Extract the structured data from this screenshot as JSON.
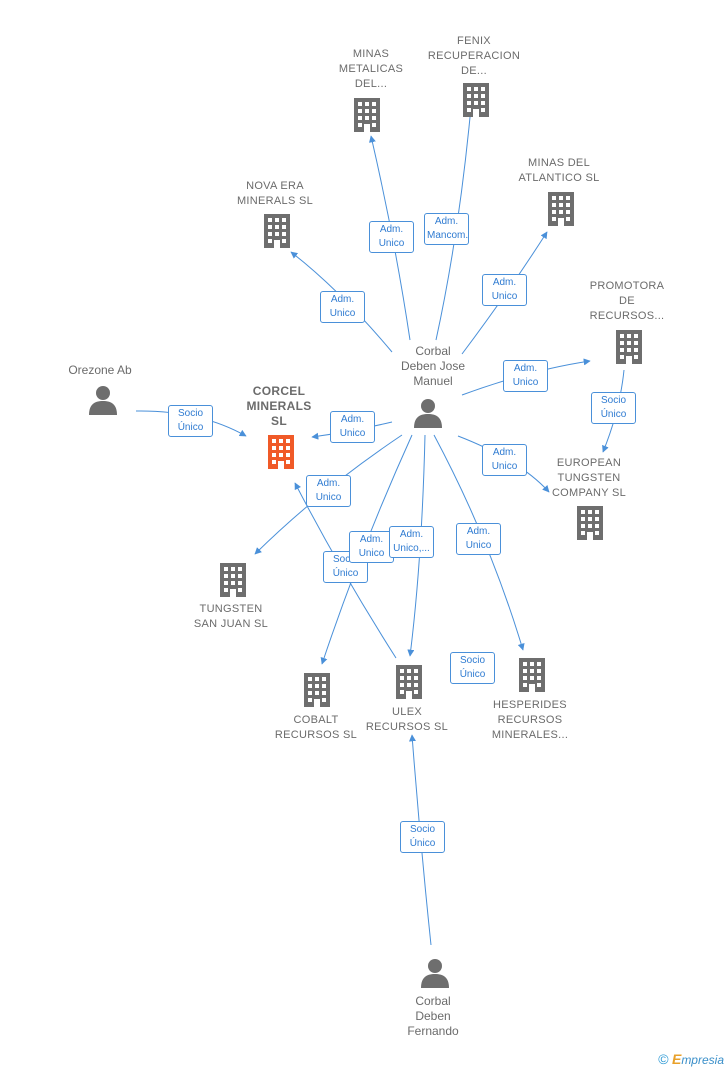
{
  "nodes": {
    "minas_metalicas": {
      "label": "MINAS\nMETALICAS\nDEL...",
      "type": "company"
    },
    "fenix": {
      "label": "FENIX\nRECUPERACION\nDE...",
      "type": "company"
    },
    "minas_atlantico": {
      "label": "MINAS DEL\nATLANTICO SL",
      "type": "company"
    },
    "nova_era": {
      "label": "NOVA ERA\nMINERALS  SL",
      "type": "company"
    },
    "promotora": {
      "label": "PROMOTORA\nDE\nRECURSOS...",
      "type": "company"
    },
    "orezone": {
      "label": "Orezone Ab",
      "type": "person"
    },
    "corcel": {
      "label": "CORCEL\nMINERALS\nSL",
      "type": "company-main"
    },
    "corbal_jose": {
      "label": "Corbal\nDeben Jose\nManuel",
      "type": "person"
    },
    "european": {
      "label": "EUROPEAN\nTUNGSTEN\nCOMPANY  SL",
      "type": "company"
    },
    "tungsten": {
      "label": "TUNGSTEN\nSAN JUAN  SL",
      "type": "company"
    },
    "cobalt": {
      "label": "COBALT\nRECURSOS  SL",
      "type": "company"
    },
    "ulex": {
      "label": "ULEX\nRECURSOS  SL",
      "type": "company"
    },
    "hesperides": {
      "label": "HESPERIDES\nRECURSOS\nMINERALES...",
      "type": "company"
    },
    "corbal_fernando": {
      "label": "Corbal\nDeben\nFernando",
      "type": "person"
    }
  },
  "edges": [
    {
      "from": "corbal_jose",
      "to": "minas_metalicas",
      "label": "Adm.\nUnico"
    },
    {
      "from": "corbal_jose",
      "to": "fenix",
      "label": "Adm.\nMancom."
    },
    {
      "from": "corbal_jose",
      "to": "minas_atlantico",
      "label": "Adm.\nUnico"
    },
    {
      "from": "corbal_jose",
      "to": "nova_era",
      "label": "Adm.\nUnico"
    },
    {
      "from": "corbal_jose",
      "to": "promotora",
      "label": "Adm.\nUnico"
    },
    {
      "from": "orezone",
      "to": "corcel",
      "label": "Socio\nÚnico"
    },
    {
      "from": "corbal_jose",
      "to": "corcel",
      "label": "Adm.\nUnico"
    },
    {
      "from": "promotora",
      "to": "european",
      "label": "Socio\nÚnico"
    },
    {
      "from": "corbal_jose",
      "to": "european",
      "label": "Adm.\nUnico"
    },
    {
      "from": "corbal_jose",
      "to": "tungsten",
      "label": "Adm.\nUnico"
    },
    {
      "from": "ulex",
      "to": "corcel",
      "label": "Socio\nÚnico"
    },
    {
      "from": "corbal_jose",
      "to": "cobalt",
      "label": "Adm.\nUnico"
    },
    {
      "from": "corbal_jose",
      "to": "ulex",
      "label": "Adm.\nUnico,..."
    },
    {
      "from": "corbal_jose",
      "to": "hesperides",
      "label": "Adm.\nUnico"
    },
    {
      "from": "corbal_fernando",
      "to": "ulex",
      "label": "Socio\nÚnico"
    }
  ],
  "floating_labels": [
    {
      "label": "Socio\nÚnico"
    }
  ],
  "colors": {
    "edge": "#4a90d9",
    "company_icon": "#6e6e6e",
    "main_icon": "#f05a28",
    "person_icon": "#6e6e6e"
  },
  "footer": {
    "copyright": "©",
    "brand_initial": "E",
    "brand_rest": "mpresia"
  }
}
